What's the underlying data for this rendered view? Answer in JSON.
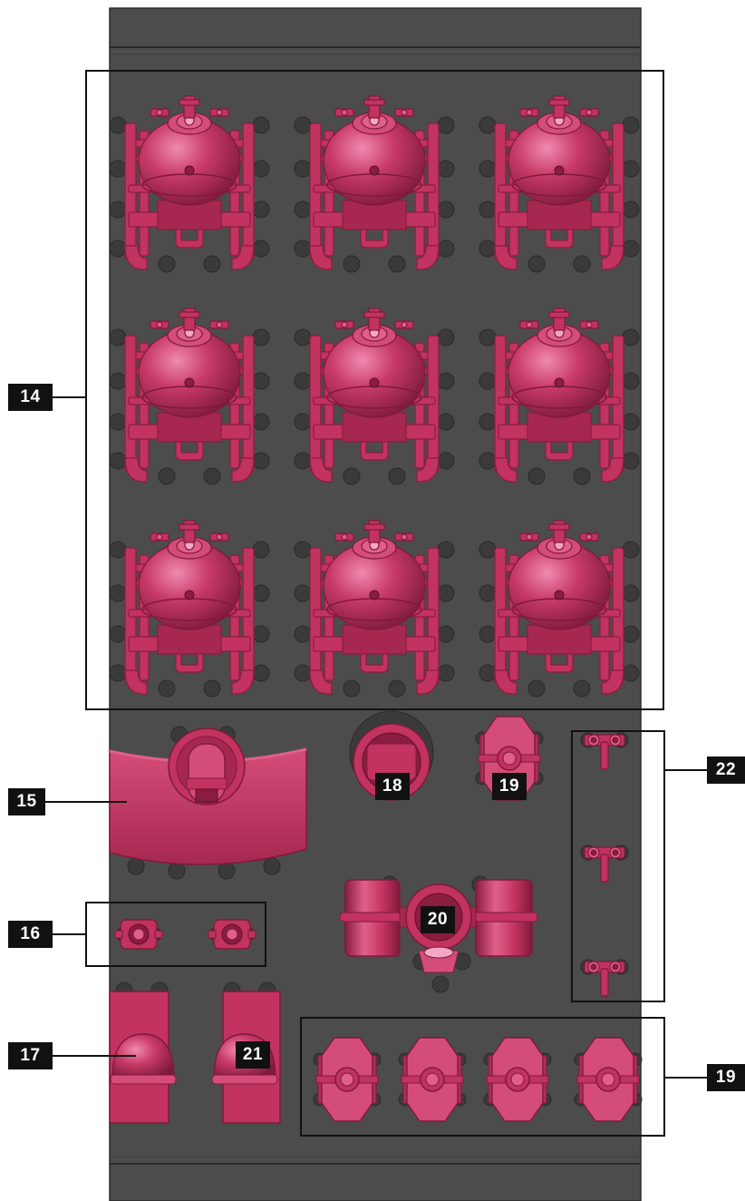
{
  "labels": {
    "tanks": "14",
    "shield": "15",
    "small_parts": "16",
    "block_left": "17",
    "ring": "18",
    "hatch": "19",
    "drums": "20",
    "block_right": "21",
    "valves": "22",
    "hatch_row": "19"
  },
  "colors": {
    "plate": "#4c4c4c",
    "plate_edge": "#2a2a2a",
    "part": "#c2335f",
    "part_light": "#e0608a",
    "part_dark": "#8a1d40",
    "callout_box": "#111111",
    "leader": "#111111"
  }
}
